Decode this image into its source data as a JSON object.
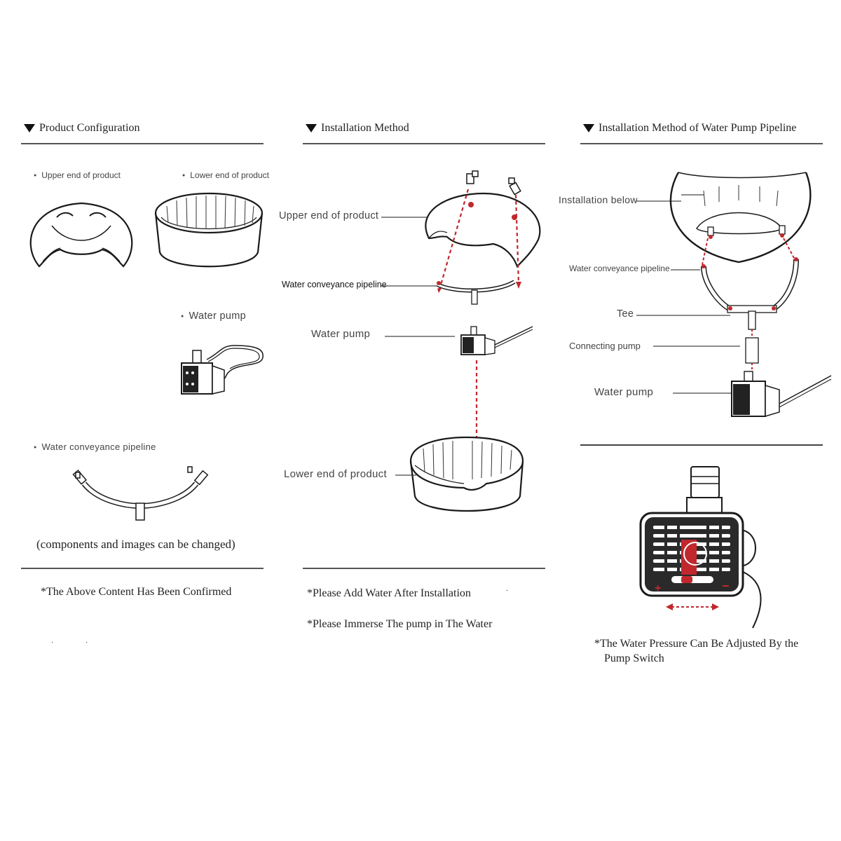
{
  "sections": {
    "config": {
      "title": "Product Configuration"
    },
    "install": {
      "title": "Installation Method"
    },
    "pipeline": {
      "title": "Installation Method of Water Pump Pipeline"
    }
  },
  "config_panel": {
    "upper_label": "Upper end of product",
    "lower_label": "Lower end of product",
    "pump_label": "Water pump",
    "pipeline_label": "Water conveyance pipeline",
    "caption": "(components and images can be changed)",
    "note": "*The Above Content Has Been Confirmed"
  },
  "install_panel": {
    "upper_label": "Upper end of product",
    "pipeline_label": "Water conveyance pipeline",
    "pump_label": "Water pump",
    "lower_label": "Lower end of product",
    "note1": "*Please Add Water After Installation",
    "note2": "*Please Immerse The pump in The Water"
  },
  "pipeline_panel": {
    "below_label": "Installation below",
    "pipeline_label": "Water conveyance pipeline",
    "tee_label": "Tee",
    "connect_label": "Connecting pump",
    "pump_label": "Water pump",
    "note_line1": "*The Water Pressure Can Be Adjusted By the",
    "note_line2": "Pump Switch"
  },
  "pump_switch": {
    "plus": "+",
    "minus": "−"
  },
  "colors": {
    "arrow": "#c0282d",
    "line": "#1a1a1a",
    "rule": "#555555"
  }
}
